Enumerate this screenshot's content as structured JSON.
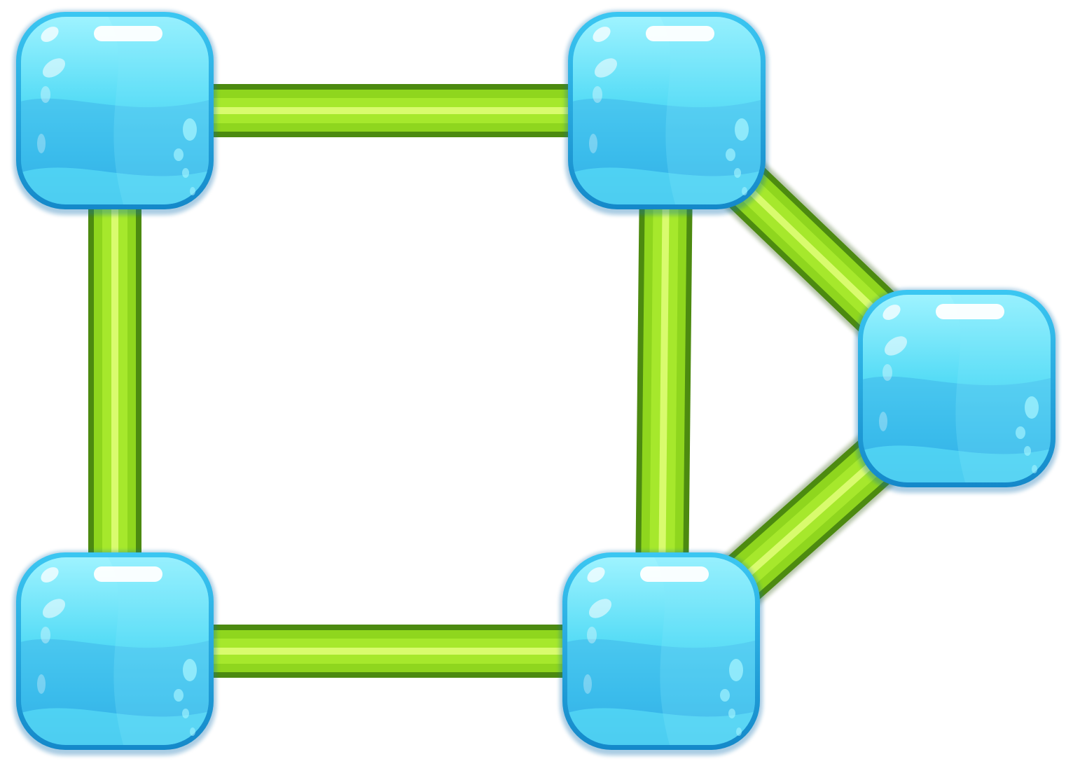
{
  "colors": {
    "background": "#ffffff",
    "edge_dark": "#4c8a10",
    "edge_mid": "#8fd61e",
    "edge_light": "#e2ff7a",
    "node_rim": "#1a9fd8",
    "node_light": "#8fefff",
    "node_mid": "#3ccbee",
    "node_deep": "#2aa6e6"
  },
  "graph": {
    "nodes": [
      {
        "id": "top-left"
      },
      {
        "id": "top-middle"
      },
      {
        "id": "right"
      },
      {
        "id": "bottom-middle"
      },
      {
        "id": "bottom-left"
      }
    ],
    "edges": [
      {
        "from": "top-left",
        "to": "top-middle"
      },
      {
        "from": "top-left",
        "to": "bottom-left"
      },
      {
        "from": "top-middle",
        "to": "bottom-middle"
      },
      {
        "from": "top-middle",
        "to": "right"
      },
      {
        "from": "right",
        "to": "bottom-middle"
      },
      {
        "from": "bottom-left",
        "to": "bottom-middle"
      }
    ]
  }
}
